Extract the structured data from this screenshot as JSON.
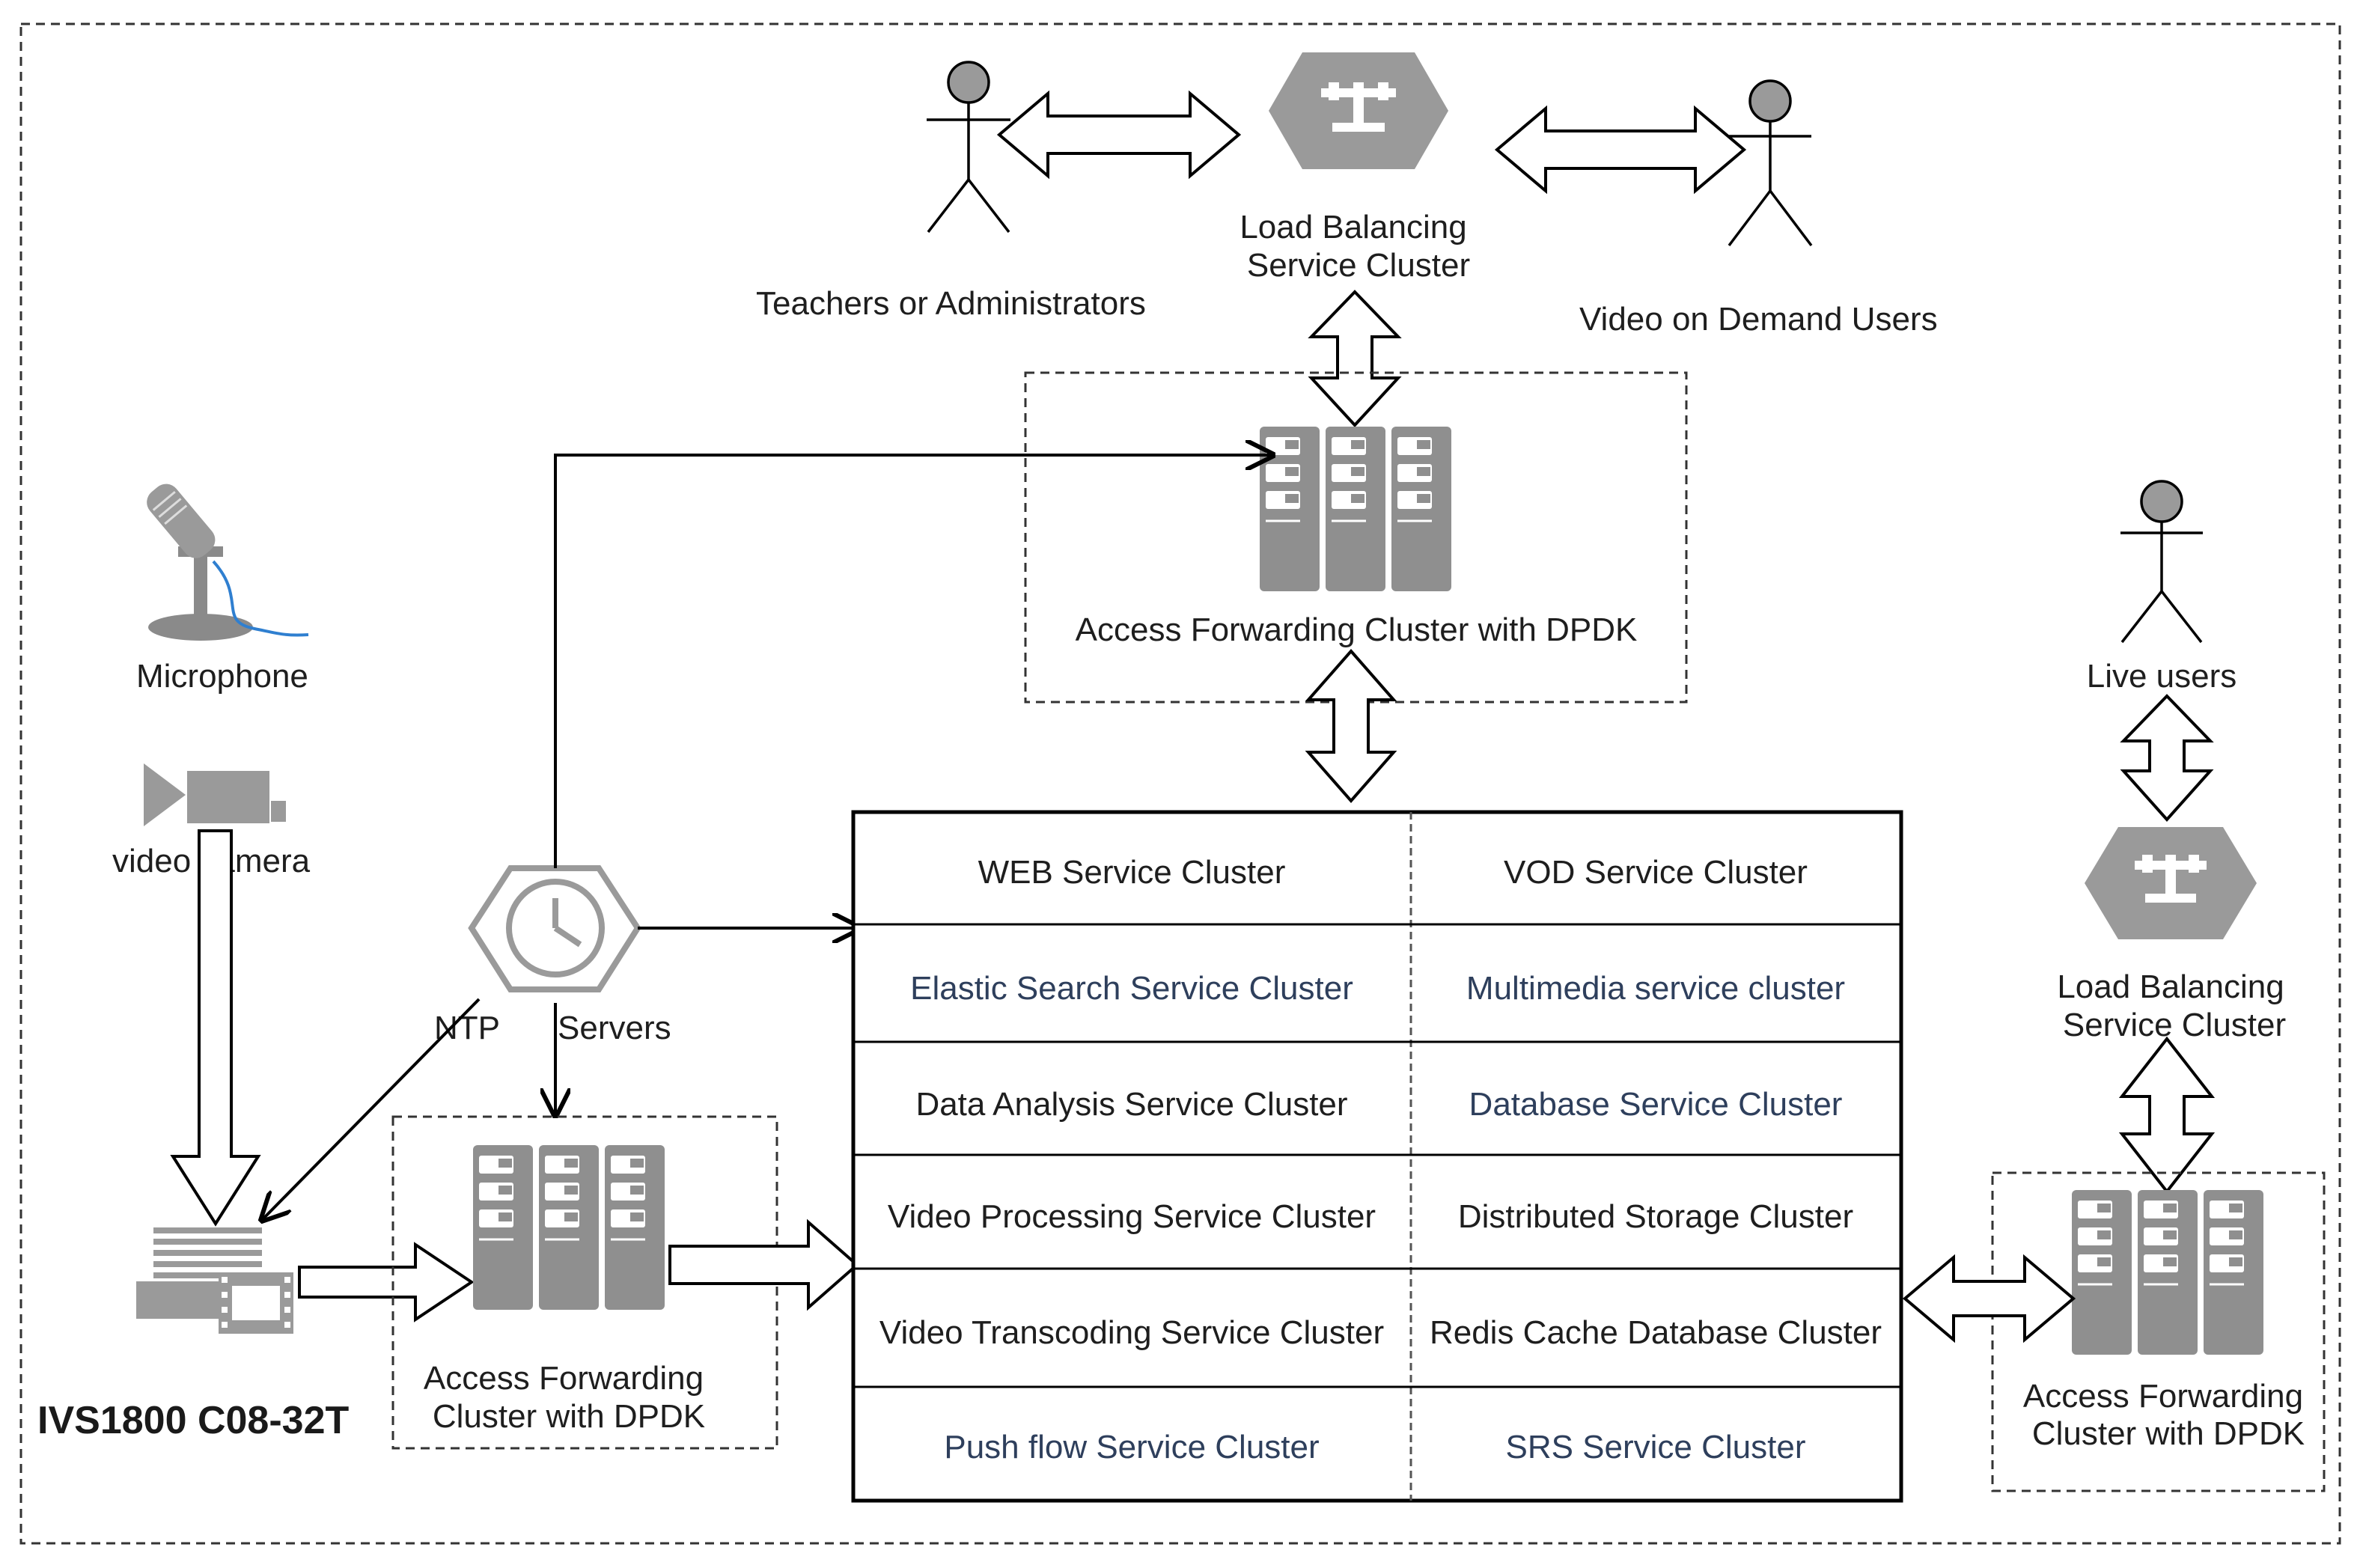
{
  "actors": {
    "teachers": "Teachers or Administrators",
    "vod_users": "Video on Demand Users",
    "live_users": "Live users"
  },
  "load_balancer": {
    "top_line1": "Load Balancing",
    "top_line2": "Service Cluster",
    "right_line1": "Load Balancing",
    "right_line2": "Service Cluster"
  },
  "access_forwarding": {
    "top": "Access Forwarding Cluster with DPDK",
    "left_line1": "Access Forwarding",
    "left_line2": "Cluster with DPDK",
    "right_line1": "Access Forwarding",
    "right_line2": "Cluster with DPDK"
  },
  "devices": {
    "microphone": "Microphone",
    "video_camera": "video camera",
    "ivs": "IVS1800 C08-32T"
  },
  "ntp": {
    "ntp": "NTP",
    "servers": "Servers"
  },
  "service_grid": [
    [
      "WEB Service Cluster",
      "VOD Service Cluster"
    ],
    [
      "Elastic Search Service Cluster",
      "Multimedia service cluster"
    ],
    [
      "Data Analysis Service Cluster",
      "Database  Service Cluster"
    ],
    [
      "Video Processing Service Cluster",
      "Distributed Storage Cluster"
    ],
    [
      "Video Transcoding Service Cluster",
      "Redis Cache Database Cluster"
    ],
    [
      "Push flow Service Cluster",
      "SRS Service Cluster"
    ]
  ],
  "colors": {
    "icon_gray": "#9a9a9a",
    "blue_text": "#2e3f5c",
    "mic_cable": "#2f7fd0"
  }
}
